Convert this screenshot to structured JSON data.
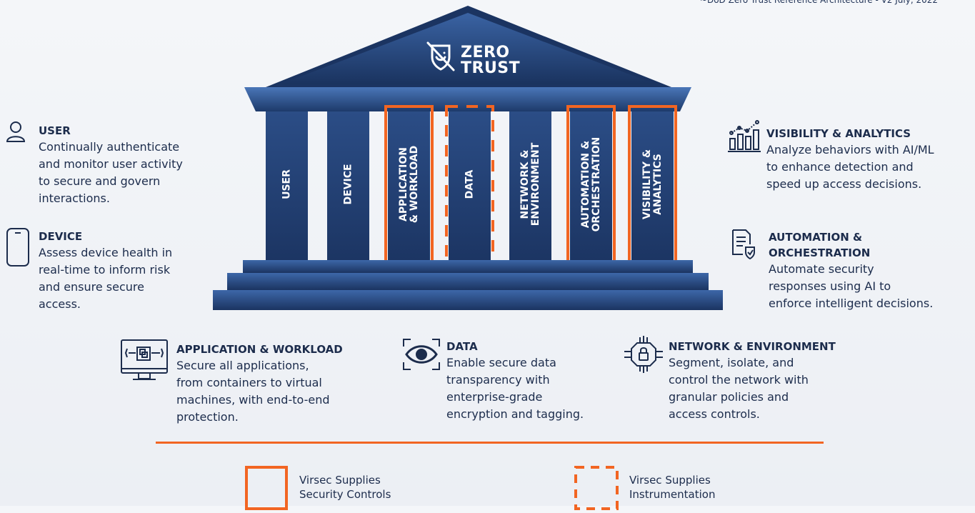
{
  "source_note": "~DoD Zero Trust Reference Architecture - V2 July, 2022",
  "roof_title": "ZERO\nTRUST",
  "pillars": [
    {
      "label": "USER",
      "marker": "none"
    },
    {
      "label": "DEVICE",
      "marker": "none"
    },
    {
      "label": "APPLICATION\n& WORKLOAD",
      "marker": "solid"
    },
    {
      "label": "DATA",
      "marker": "dashed"
    },
    {
      "label": "NETWORK &\nENVIRONMENT",
      "marker": "none"
    },
    {
      "label": "AUTOMATION &\nORCHESTRATION",
      "marker": "solid"
    },
    {
      "label": "VISIBILITY &\nANALYTICS",
      "marker": "solid"
    }
  ],
  "descriptions": {
    "user": {
      "icon": "user-icon",
      "title": "USER",
      "body": "Continually authenticate\nand monitor user activity\nto secure and govern\ninteractions."
    },
    "device": {
      "icon": "phone-icon",
      "title": "DEVICE",
      "body": "Assess device health in\nreal-time to inform risk\nand ensure secure\naccess."
    },
    "visibility": {
      "icon": "analytics-chart-icon",
      "title": "VISIBILITY & ANALYTICS",
      "body": "Analyze behaviors with AI/ML\nto enhance detection and\nspeed up access decisions."
    },
    "automation": {
      "icon": "document-shield-icon",
      "title": "AUTOMATION &\nORCHESTRATION",
      "body": "Automate security\nresponses using AI to\nenforce intelligent decisions."
    },
    "application": {
      "icon": "monitor-app-icon",
      "title": "APPLICATION & WORKLOAD",
      "body": "Secure all applications,\nfrom containers to virtual\nmachines, with end-to-end\nprotection."
    },
    "data": {
      "icon": "eye-icon",
      "title": "DATA",
      "body": "Enable secure data\ntransparency with\nenterprise-grade\nencryption and tagging."
    },
    "network": {
      "icon": "chip-lock-icon",
      "title": "NETWORK & ENVIRONMENT",
      "body": "Segment, isolate, and\ncontrol the network with\ngranular policies and\naccess controls."
    }
  },
  "legend": [
    {
      "style": "solid",
      "text": "Virsec Supplies\nSecurity Controls"
    },
    {
      "style": "dashed",
      "text": "Virsec Supplies\nInstrumentation"
    }
  ],
  "colors": {
    "navy": "#1f3a66",
    "accent_orange": "#f26522",
    "text": "#1c2c4c"
  }
}
